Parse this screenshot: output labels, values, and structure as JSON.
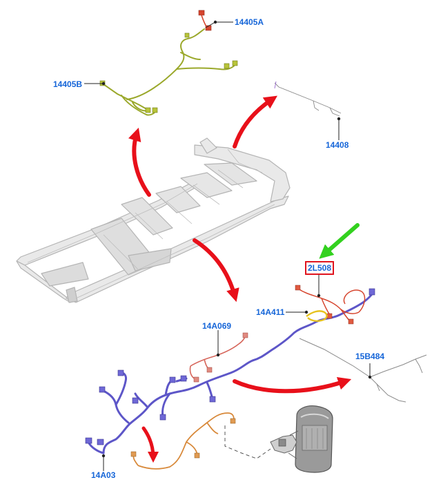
{
  "colors": {
    "label": "#1565d8",
    "red_arrow": "#e8101a",
    "green_arrow": "#33d11f",
    "highlight_box": "#e0141e",
    "frame": "#b4b4b4",
    "harness_blue": "#5d56c8",
    "harness_olive": "#9aa82a",
    "harness_orange": "#d8893a",
    "harness_red": "#d6452e",
    "harness_yellow": "#e6c21f",
    "harness_grey": "#8a8a8a",
    "leader": "#222222"
  },
  "callouts": [
    {
      "id": "c1",
      "text": "14405A",
      "highlighted": false
    },
    {
      "id": "c2",
      "text": "14405B",
      "highlighted": false
    },
    {
      "id": "c3",
      "text": "14408",
      "highlighted": false
    },
    {
      "id": "c4",
      "text": "2L508",
      "highlighted": true
    },
    {
      "id": "c5",
      "text": "14A411",
      "highlighted": false
    },
    {
      "id": "c6",
      "text": "14A069",
      "highlighted": false
    },
    {
      "id": "c7",
      "text": "15B484",
      "highlighted": false
    },
    {
      "id": "c8",
      "text": "14A03",
      "highlighted": false
    }
  ],
  "icons": {
    "arrows": "curved-red-arrow",
    "pointer": "green-arrow"
  }
}
